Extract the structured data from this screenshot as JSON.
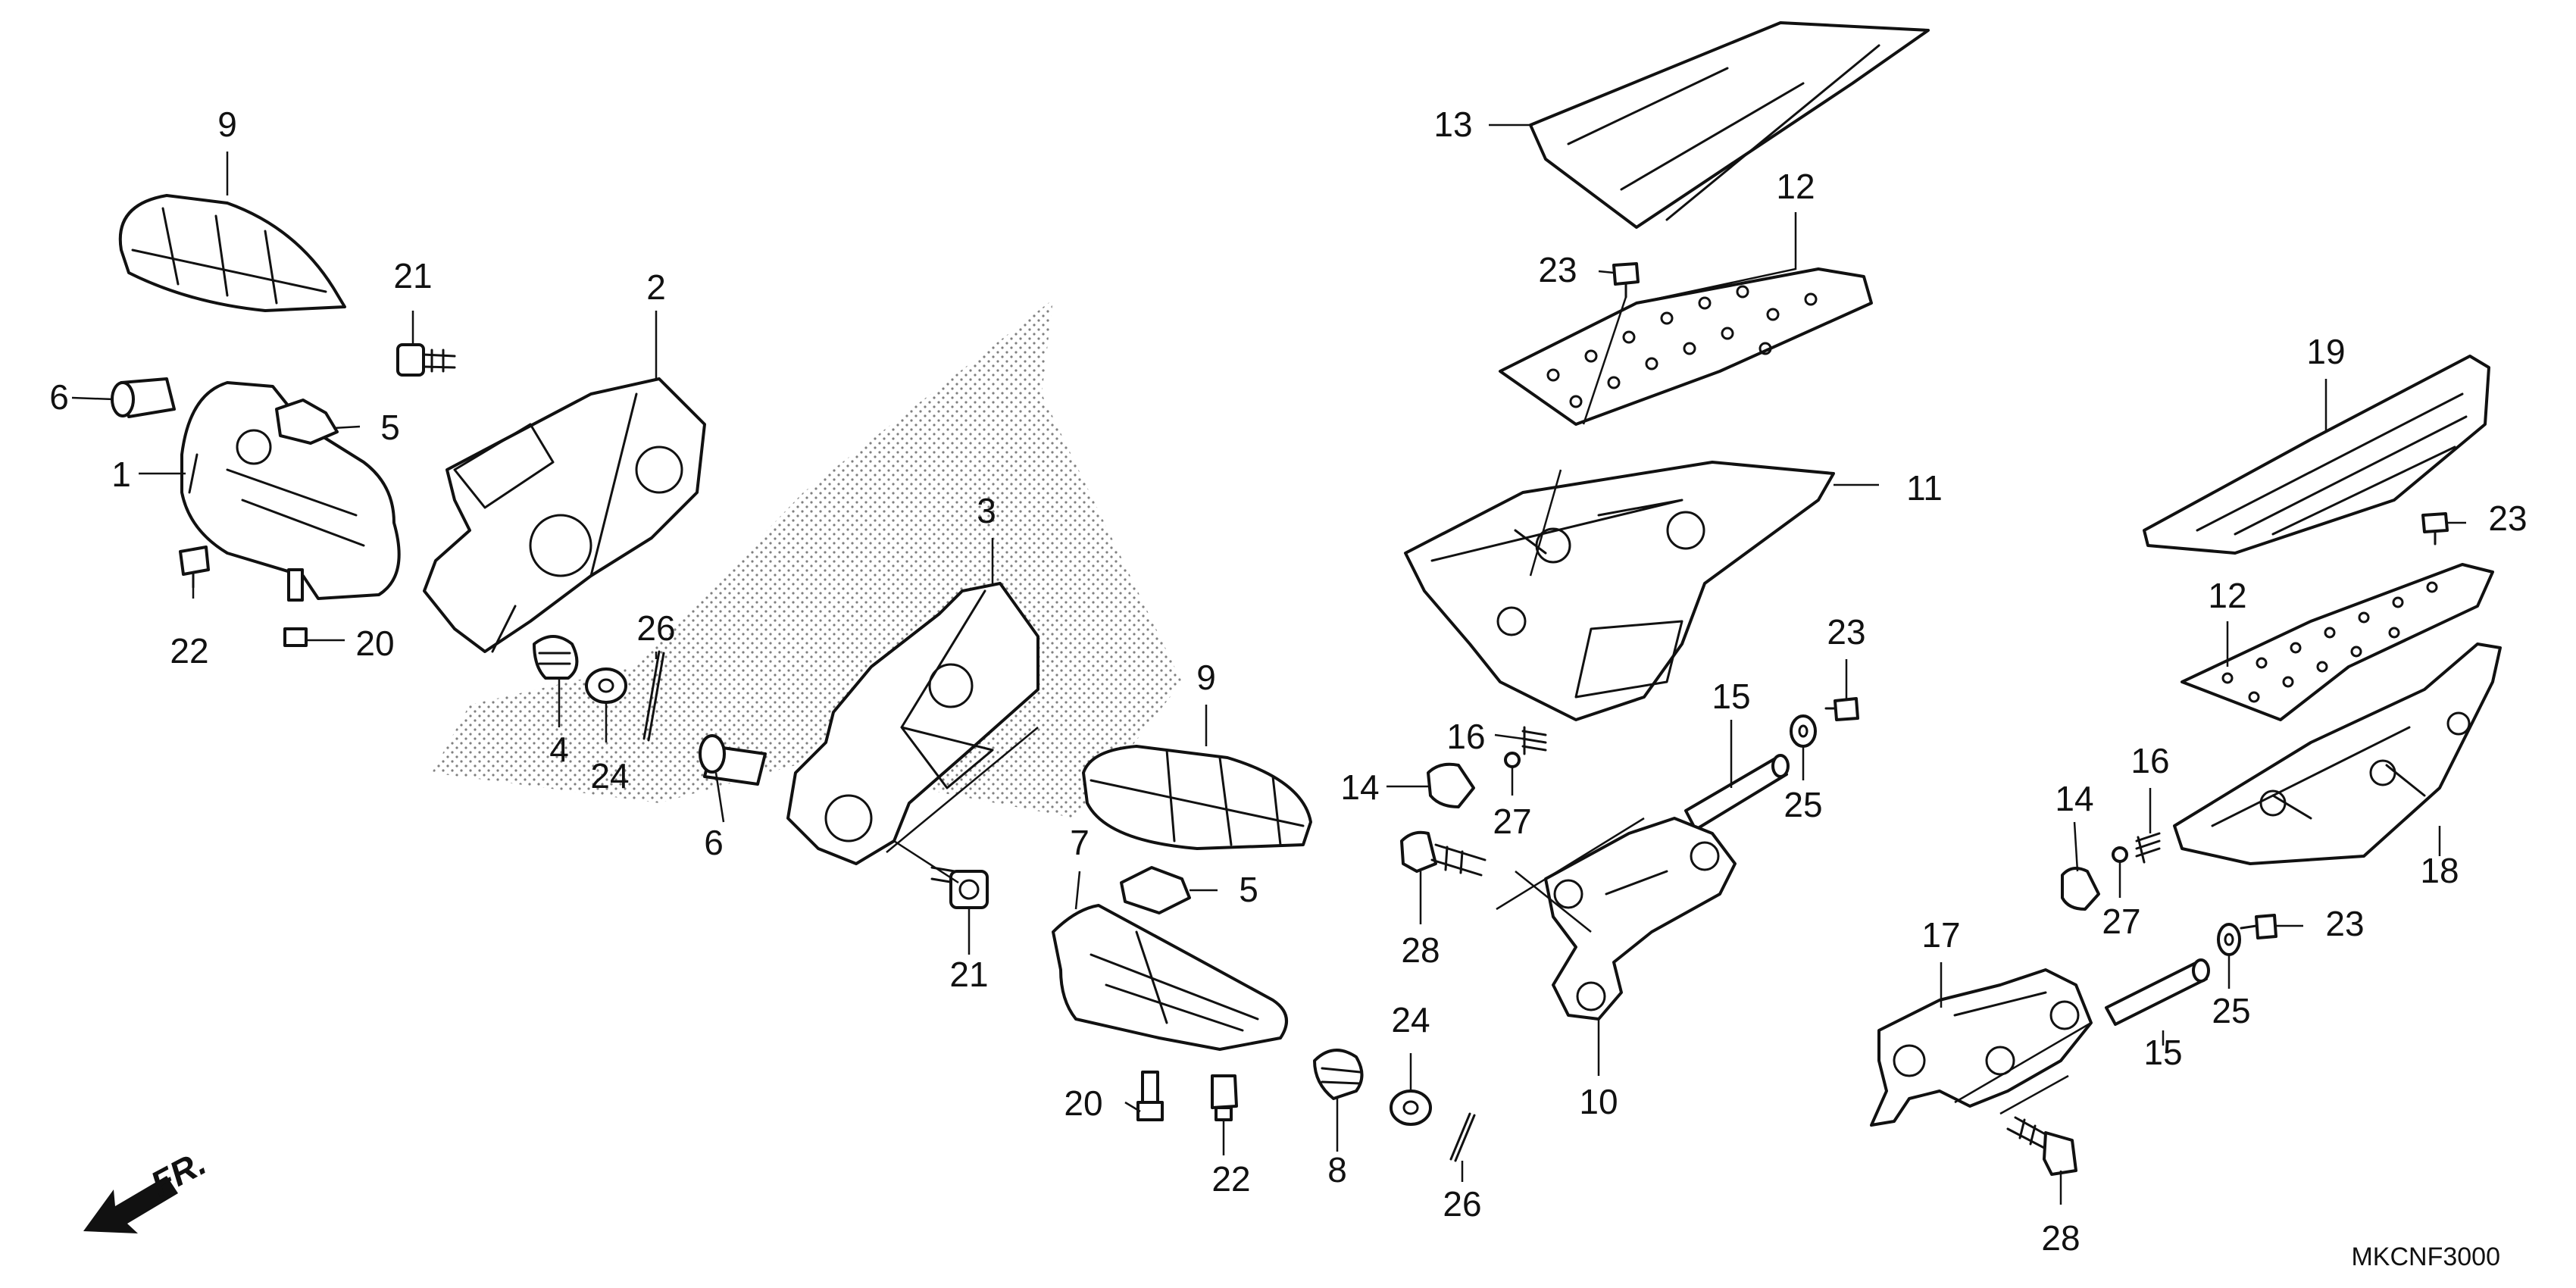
{
  "callouts": {
    "c9a": "9",
    "c21a": "21",
    "c2": "2",
    "c6a": "6",
    "c5a": "5",
    "c1": "1",
    "c22a": "22",
    "c20a": "20",
    "c3": "3",
    "c26a": "26",
    "c4": "4",
    "c24a": "24",
    "c6b": "6",
    "c21b": "21",
    "c9b": "9",
    "c7": "7",
    "c5b": "5",
    "c20b": "20",
    "c22b": "22",
    "c8": "8",
    "c24b": "24",
    "c26b": "26",
    "c13": "13",
    "c12a": "12",
    "c23a": "23",
    "c11": "11",
    "c16a": "16",
    "c14a": "14",
    "c27a": "27",
    "c15a": "15",
    "c23b": "23",
    "c25a": "25",
    "c28a": "28",
    "c10": "10",
    "c19": "19",
    "c23c": "23",
    "c12b": "12",
    "c16b": "16",
    "c14b": "14",
    "c27b": "27",
    "c18": "18",
    "c17": "17",
    "c23d": "23",
    "c25b": "25",
    "c15b": "15",
    "c28b": "28"
  },
  "direction_label": "FR.",
  "diagram_code": "MKCNF3000",
  "icons": {
    "front_arrow": "front-direction-arrow-icon"
  }
}
